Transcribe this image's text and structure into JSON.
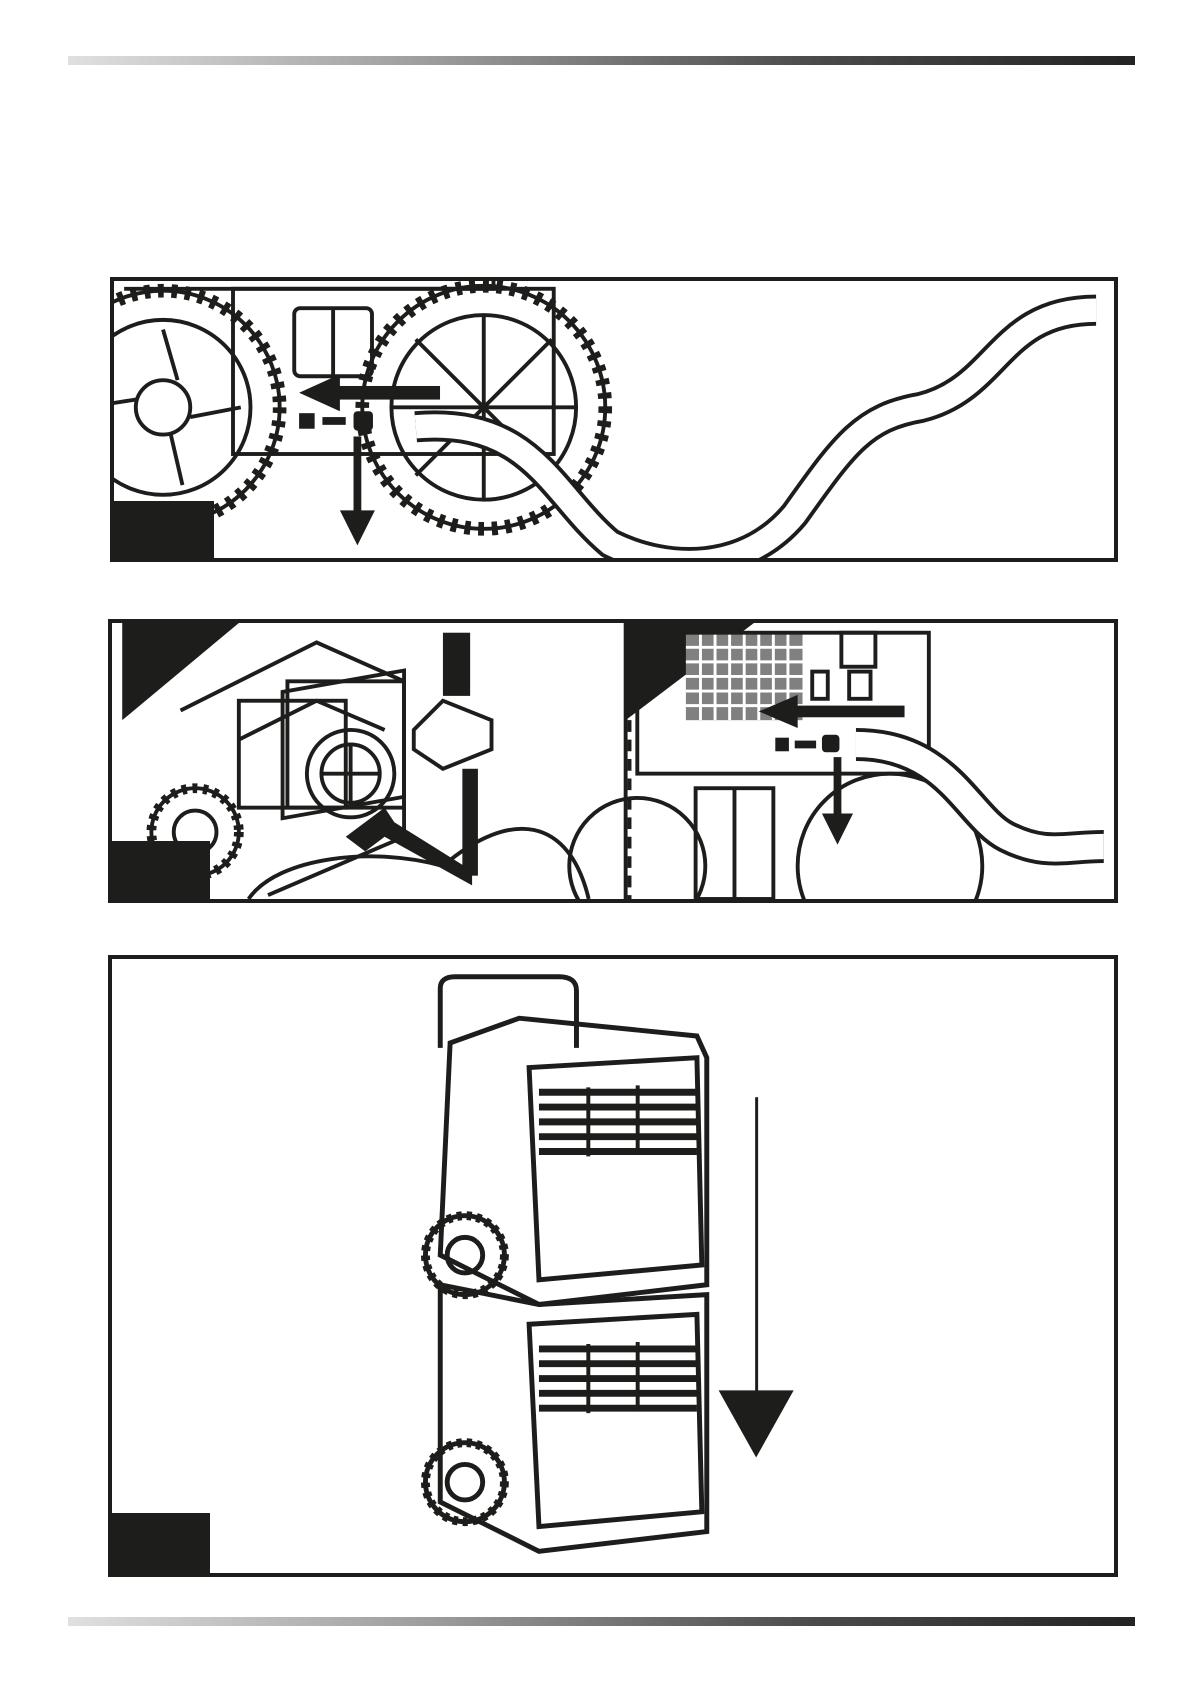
{
  "page": {
    "figures": [
      {
        "id": "fig-1",
        "label": ""
      },
      {
        "id": "fig-2a",
        "label": ""
      },
      {
        "id": "fig-2b",
        "label": ""
      },
      {
        "id": "fig-3",
        "label": ""
      }
    ]
  },
  "colors": {
    "ink": "#1d1d1b",
    "grille": "#808080",
    "paper": "#ffffff"
  },
  "icons": [
    "arrow-left-icon",
    "arrow-down-icon",
    "hose-icon",
    "wheel-icon",
    "fan-icon",
    "grille-icon"
  ]
}
